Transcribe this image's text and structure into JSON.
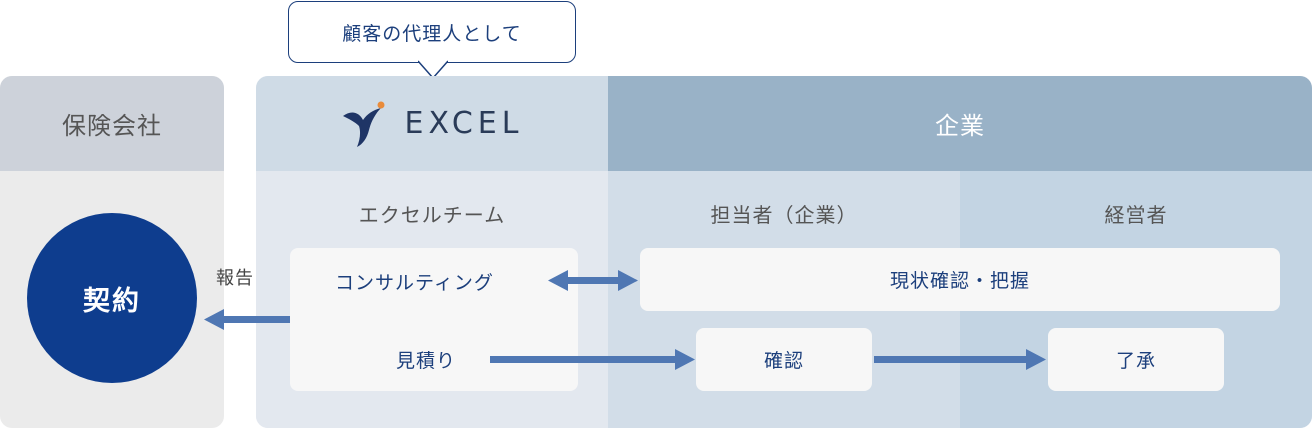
{
  "bubble": {
    "text": "顧客の代理人として"
  },
  "insurer": {
    "header": "保険会社",
    "contract": "契約"
  },
  "report_label": "報告",
  "excel": {
    "logo_text": "EXCEL",
    "team_label": "エクセルチーム",
    "consulting": "コンサルティング",
    "estimate": "見積り"
  },
  "corporate": {
    "header": "企業",
    "staff_label": "担当者（企業）",
    "executive_label": "経営者",
    "assessment": "現状確認・把握",
    "confirm": "確認",
    "approval": "了承"
  },
  "colors": {
    "primary": "#0e3d8e",
    "arrow": "#4f77b3",
    "corp_header": "#99b2c7"
  }
}
